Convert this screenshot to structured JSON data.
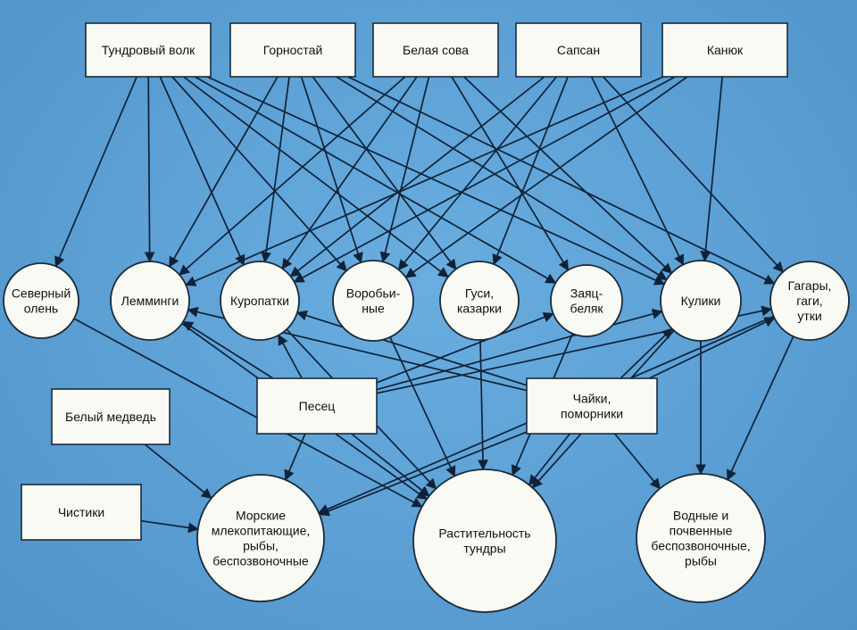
{
  "nodes": {
    "wolf": [
      "Тундровый волк"
    ],
    "ermine": [
      "Горностай"
    ],
    "owl": [
      "Белая сова"
    ],
    "falcon": [
      "Сапсан"
    ],
    "buzzard": [
      "Канюк"
    ],
    "reindeer": [
      "Северный",
      "олень"
    ],
    "lemmings": [
      "Лемминги"
    ],
    "ptarmigan": [
      "Куропатки"
    ],
    "passerines": [
      "Воробьи-",
      "ные"
    ],
    "geese": [
      "Гуси,",
      "казарки"
    ],
    "hare": [
      "Заяц-",
      "беляк"
    ],
    "waders": [
      "Кулики"
    ],
    "loons": [
      "Гагары,",
      "гаги,",
      "утки"
    ],
    "polar_bear": [
      "Белый медведь"
    ],
    "arctic_fox": [
      "Песец"
    ],
    "gulls": [
      "Чайки,",
      "поморники"
    ],
    "guillemots": [
      "Чистики"
    ],
    "marine": [
      "Морские",
      "млекопитающие,",
      "рыбы,",
      "беспозвоночные"
    ],
    "vegetation": [
      "Растительность",
      "тундры"
    ],
    "aquatic": [
      "Водные и",
      "почвенные",
      "беспозвоночные,",
      "рыбы"
    ]
  }
}
